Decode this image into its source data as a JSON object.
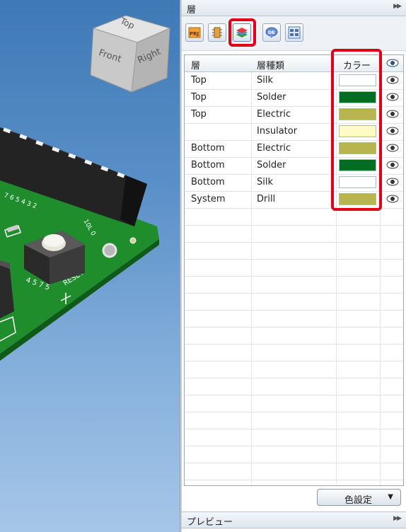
{
  "panel_title": "層",
  "preview_title": "プレビュー",
  "view_cube": {
    "top": "Top",
    "front": "Front",
    "right": "Right"
  },
  "toolbar": {
    "buttons": [
      {
        "name": "project",
        "label": "PRJ"
      },
      {
        "name": "parts",
        "label": ""
      },
      {
        "name": "layers",
        "label": ""
      },
      {
        "name": "db",
        "label": "DB"
      },
      {
        "name": "grid-view",
        "label": ""
      }
    ],
    "active": "layers"
  },
  "table": {
    "headers": [
      "層",
      "層種類",
      "カラー"
    ],
    "rows": [
      {
        "layer": "Top",
        "type": "Silk",
        "color": "#ffffff"
      },
      {
        "layer": "Top",
        "type": "Solder",
        "color": "#006e20"
      },
      {
        "layer": "Top",
        "type": "Electric",
        "color": "#b8b452"
      },
      {
        "layer": "",
        "type": "Insulator",
        "color": "#fffbc4"
      },
      {
        "layer": "Bottom",
        "type": "Electric",
        "color": "#b8b452"
      },
      {
        "layer": "Bottom",
        "type": "Solder",
        "color": "#006e20"
      },
      {
        "layer": "Bottom",
        "type": "Silk",
        "color": "#ffffff"
      },
      {
        "layer": "System",
        "type": "Drill",
        "color": "#b8b452"
      }
    ]
  },
  "color_setting_button": "色設定",
  "pcb_labels": {
    "reset": "RESET",
    "pins_a": "7 6 5 4 3 2",
    "pins_b": "10L 0",
    "lower": "4 5 7 5"
  }
}
